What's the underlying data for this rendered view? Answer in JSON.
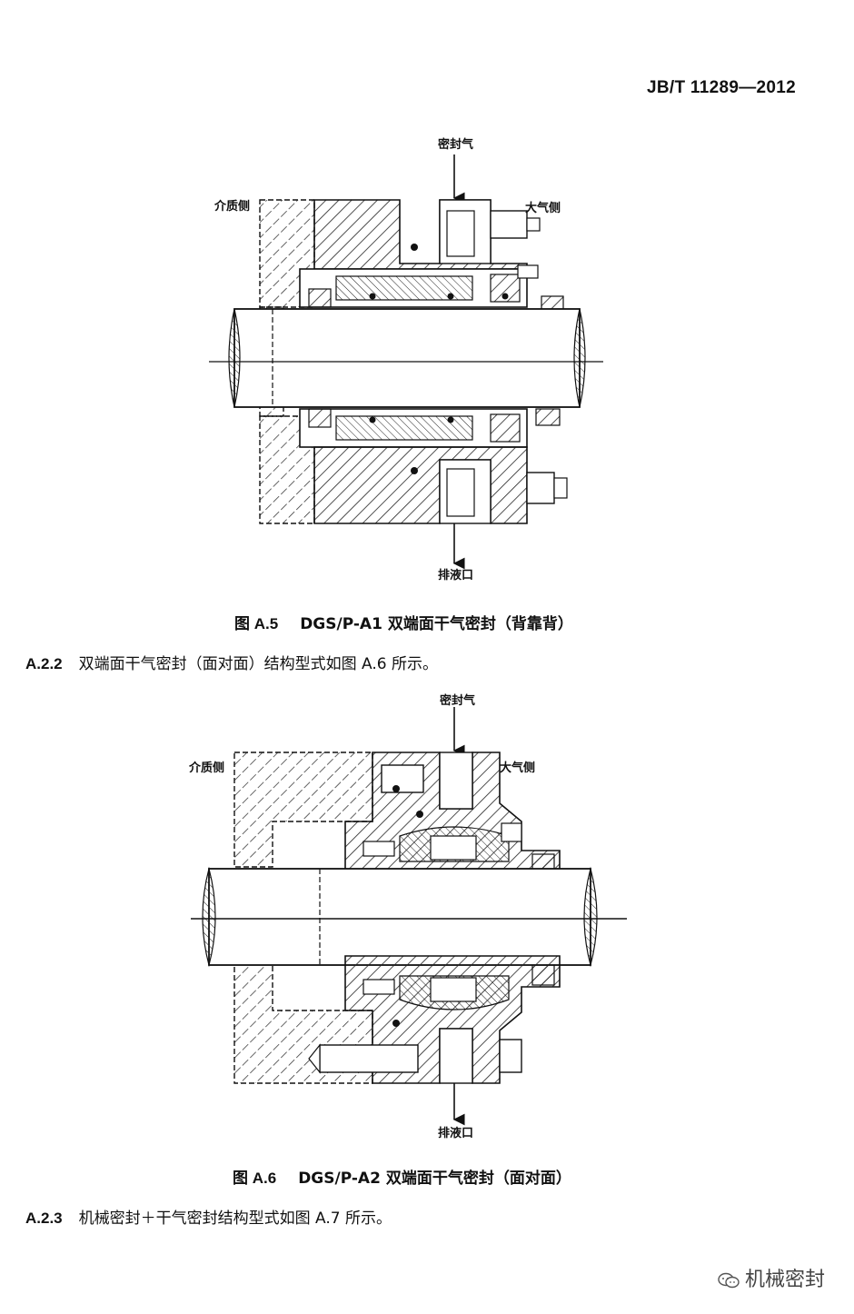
{
  "header": {
    "standard_code": "JB/T 11289—2012"
  },
  "figure1": {
    "labels": {
      "seal_gas": "密封气",
      "medium_side": "介质侧",
      "atmosphere_side": "大气侧",
      "drain": "排液口"
    },
    "caption": {
      "number": "图 A.5",
      "text": "DGS/P-A1 双端面干气密封（背靠背）"
    }
  },
  "paragraph1": {
    "section": "A.2.2",
    "text": "双端面干气密封（面对面）结构型式如图 A.6 所示。"
  },
  "figure2": {
    "labels": {
      "seal_gas": "密封气",
      "medium_side": "介质侧",
      "atmosphere_side": "大气侧",
      "drain": "排液口"
    },
    "caption": {
      "number": "图 A.6",
      "text": "DGS/P-A2 双端面干气密封（面对面）"
    }
  },
  "paragraph2": {
    "section": "A.2.3",
    "text": "机械密封＋干气密封结构型式如图 A.7 所示。"
  },
  "watermark": {
    "text": "机械密封",
    "icon": "wechat-icon"
  }
}
